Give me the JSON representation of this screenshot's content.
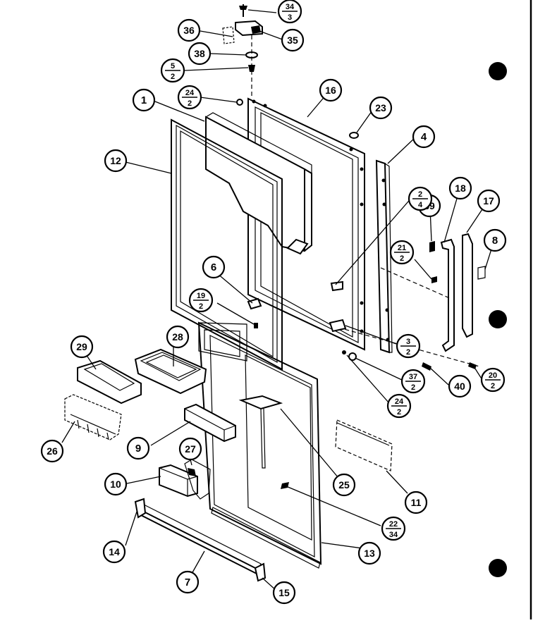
{
  "callouts": [
    {
      "key": "c1",
      "num": "1"
    },
    {
      "key": "c4",
      "num": "4"
    },
    {
      "key": "c6",
      "num": "6"
    },
    {
      "key": "c7",
      "num": "7"
    },
    {
      "key": "c8",
      "num": "8"
    },
    {
      "key": "c9",
      "num": "9"
    },
    {
      "key": "c10",
      "num": "10"
    },
    {
      "key": "c11",
      "num": "11"
    },
    {
      "key": "c12",
      "num": "12"
    },
    {
      "key": "c13",
      "num": "13"
    },
    {
      "key": "c14",
      "num": "14"
    },
    {
      "key": "c15",
      "num": "15"
    },
    {
      "key": "c16",
      "num": "16"
    },
    {
      "key": "c17",
      "num": "17"
    },
    {
      "key": "c18",
      "num": "18"
    },
    {
      "key": "c23",
      "num": "23"
    },
    {
      "key": "c25",
      "num": "25"
    },
    {
      "key": "c26",
      "num": "26"
    },
    {
      "key": "c27",
      "num": "27"
    },
    {
      "key": "c28",
      "num": "28"
    },
    {
      "key": "c29",
      "num": "29"
    },
    {
      "key": "c35",
      "num": "35"
    },
    {
      "key": "c36",
      "num": "36"
    },
    {
      "key": "c38",
      "num": "38"
    },
    {
      "key": "c39",
      "num": "39"
    },
    {
      "key": "c40",
      "num": "40"
    }
  ],
  "fractions": [
    {
      "key": "f34_3",
      "num": "34",
      "den": "3"
    },
    {
      "key": "f5_2",
      "num": "5",
      "den": "2"
    },
    {
      "key": "f24_2a",
      "num": "24",
      "den": "2"
    },
    {
      "key": "f2_4",
      "num": "2",
      "den": "4"
    },
    {
      "key": "f21_2",
      "num": "21",
      "den": "2"
    },
    {
      "key": "f19_2",
      "num": "19",
      "den": "2"
    },
    {
      "key": "f3_2",
      "num": "3",
      "den": "2"
    },
    {
      "key": "f37_2",
      "num": "37",
      "den": "2"
    },
    {
      "key": "f20_2",
      "num": "20",
      "den": "2"
    },
    {
      "key": "f24_2b",
      "num": "24",
      "den": "2"
    },
    {
      "key": "f22_34",
      "num": "22",
      "den": "34"
    }
  ],
  "colors": {
    "ink": "#000000",
    "paper": "#ffffff"
  }
}
